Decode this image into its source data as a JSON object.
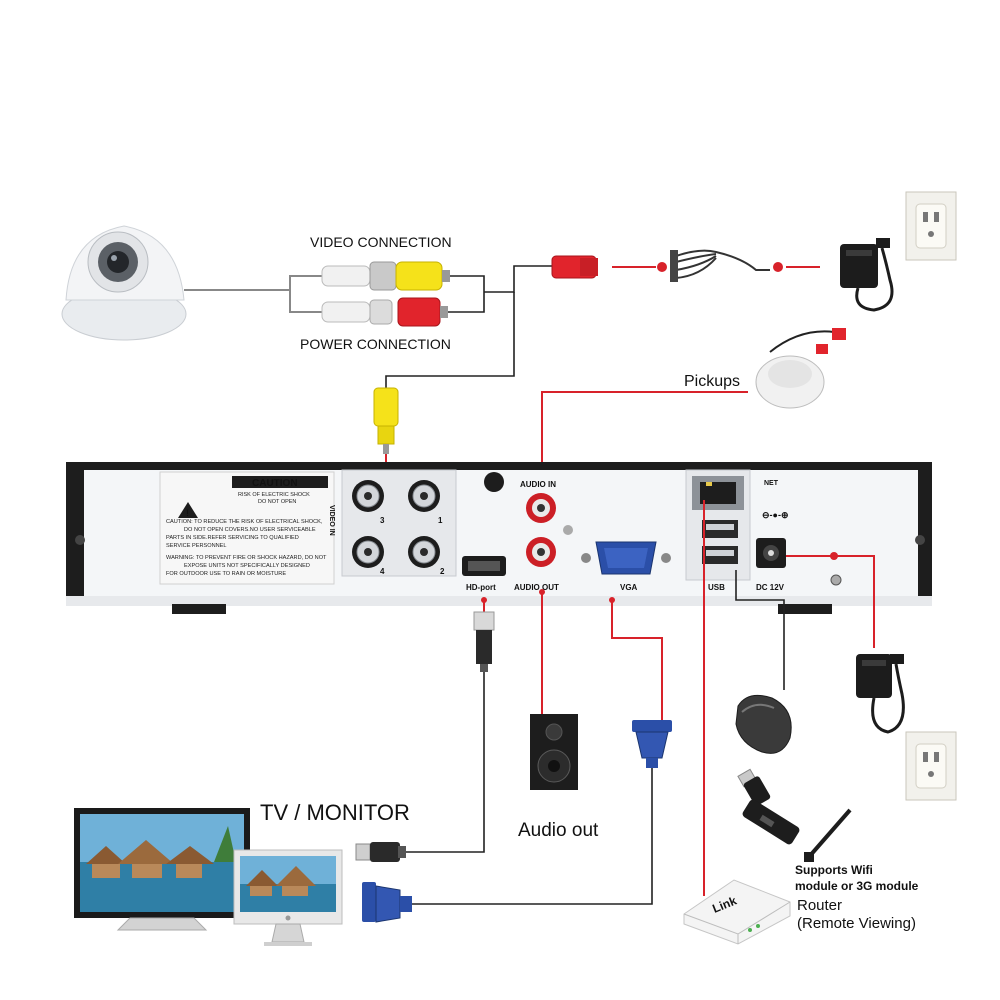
{
  "labels": {
    "video_connection": "VIDEO CONNECTION",
    "power_connection": "POWER CONNECTION",
    "pickups": "Pickups",
    "tv_monitor": "TV / MONITOR",
    "audio_out": "Audio out",
    "wifi_line1": "Supports Wifi",
    "wifi_line2": "module or 3G module",
    "router_line1": "Router",
    "router_line2": "(Remote Viewing)",
    "router_brand": "Link"
  },
  "dvr": {
    "caution_title": "CAUTION",
    "caution_sub1": "RISK OF ELECTRIC SHOCK",
    "caution_sub2": "DO NOT OPEN",
    "warning_lines": [
      "CAUTION: TO REDUCE THE RISK OF ELECTRICAL SHOCK,",
      "DO NOT OPEN COVERS.NO USER SERVICEABLE",
      "PARTS IN SIDE.REFER SERVICING TO QUALIFIED",
      "SERVICE PERSONNEL",
      "WARNING: TO PREVENT FIRE OR SHOCK HAZARD, DO NOT",
      "EXPOSE UNITS NOT SPECIFICALLY DESIGNED",
      "FOR OUTDOOR USE TO RAIN OR MOISTURE"
    ],
    "video_in": "VIDEO IN",
    "bnc_numbers": [
      "3",
      "1",
      "4",
      "2"
    ],
    "audio_in": "AUDIO IN",
    "audio_out": "AUDIO OUT",
    "hd_port": "HD-port",
    "vga": "VGA",
    "usb": "USB",
    "net": "NET",
    "dc12v": "DC 12V"
  },
  "colors": {
    "wire_red": "#d8222a",
    "wire_black": "#222222",
    "panel": "#f4f6f8",
    "frame": "#1d1d1d",
    "vga_blue": "#2b4fa8"
  }
}
